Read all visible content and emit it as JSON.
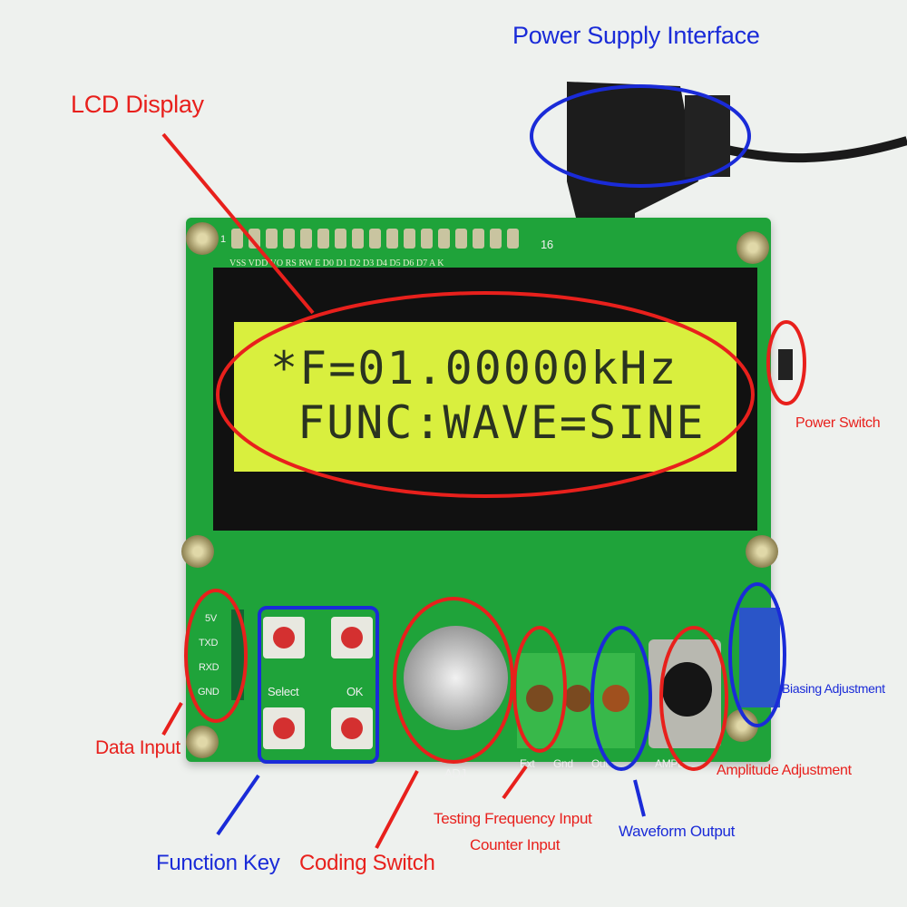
{
  "annotations": {
    "power_supply_interface": "Power Supply Interface",
    "lcd_display": "LCD Display",
    "power_switch": "Power Switch",
    "biasing_adjustment": "Biasing Adjustment",
    "amplitude_adjustment": "Amplitude Adjustment",
    "data_input": "Data Input",
    "function_key": "Function Key",
    "coding_switch": "Coding Switch",
    "testing_frequency_input": "Testing Frequency Input",
    "counter_input": "Counter Input",
    "waveform_output": "Waveform Output"
  },
  "lcd": {
    "line1": "*F=01.00000kHz",
    "line2": "FUNC:WAVE=SINE"
  },
  "board": {
    "pin_first": "1",
    "pin_last": "16",
    "pin_labels": "VSS VDD VO RS RW E D0 D1 D2 D3 D4 D5 D6 D7 A K",
    "data_pins": [
      "5V",
      "TXD",
      "RXD",
      "GND"
    ],
    "key_select": "Select",
    "key_ok": "OK",
    "knob_label": "ADJ",
    "terminal_labels": [
      "Ext",
      "Gnd",
      "Out"
    ],
    "ampl_label": "AMPL"
  },
  "colors": {
    "annotation_red": "#e8201c",
    "annotation_blue": "#1a2bd8",
    "pcb_green": "#1fa33a",
    "lcd_backlight": "#d9ef3e"
  }
}
